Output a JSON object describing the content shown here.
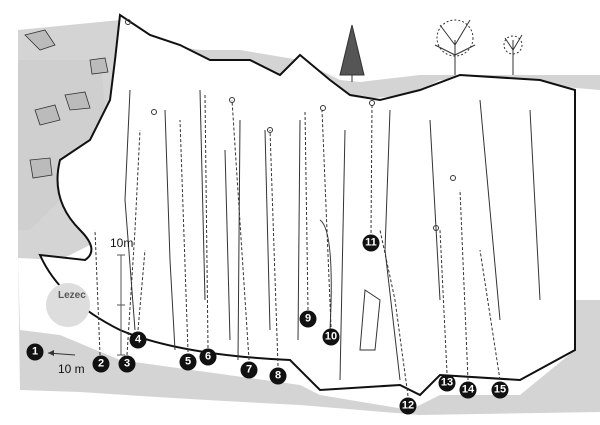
{
  "title": "Climbing topo",
  "scale": {
    "vertical_label": "10m",
    "horizontal_label": "10 m"
  },
  "logo_text": "Lezec",
  "routes": [
    "1",
    "2",
    "3",
    "4",
    "5",
    "6",
    "7",
    "8",
    "9",
    "10",
    "11",
    "12",
    "13",
    "14",
    "15"
  ],
  "colors": {
    "ground": "#d4d4d4",
    "rock_outline": "#111111",
    "marker": "#111111"
  }
}
